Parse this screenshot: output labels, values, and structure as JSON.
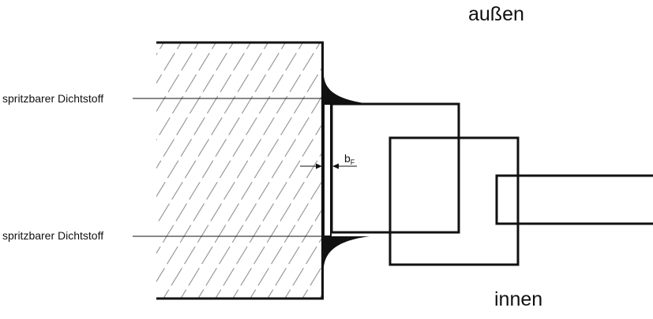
{
  "labels": {
    "outside": "außen",
    "inside": "innen",
    "sealant_top": "spritzbarer Dichtstoff",
    "sealant_bottom": "spritzbarer Dichtstoff",
    "joint_width_main": "b",
    "joint_width_sub": "F"
  },
  "colors": {
    "line": "#111111",
    "hatch": "#9a9a9a",
    "sealant": "#111111",
    "background": "#ffffff"
  }
}
